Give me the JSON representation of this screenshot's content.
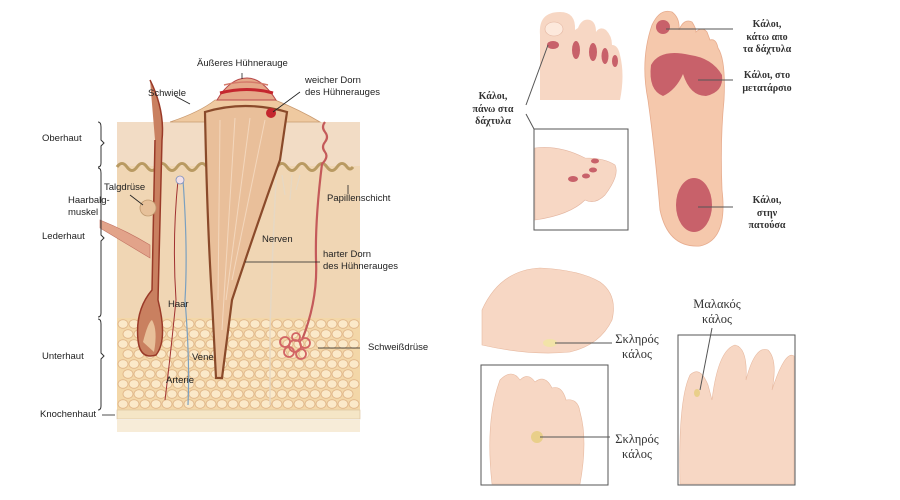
{
  "skin_diagram": {
    "labels": {
      "outer_corn": "Äußeres Hühnerauge",
      "callus": "Schwiele",
      "soft_core_1": "weicher Dorn",
      "soft_core_2": "des Hühnerauges",
      "epidermis": "Oberhaut",
      "sebaceous_gland": "Talgdrüse",
      "arrector_1": "Haarbalg-",
      "arrector_2": "muskel",
      "dermis": "Lederhaut",
      "papillary_layer": "Papillenschicht",
      "nerves": "Nerven",
      "hard_core_1": "harter Dorn",
      "hard_core_2": "des Hühnerauges",
      "hair": "Haar",
      "vein": "Vene",
      "artery": "Arterie",
      "sweat_gland": "Schweißdrüse",
      "subcutis": "Unterhaut",
      "periosteum": "Knochenhaut"
    }
  },
  "foot_diagram": {
    "labels": {
      "under_toes": [
        "Κάλοι,",
        "κάτω απο",
        "τα δάχτυλα"
      ],
      "metatarsal": [
        "Κάλοι, στο",
        "μετατάρσιο"
      ],
      "on_toes": [
        "Κάλοι,",
        "πάνω στα",
        "δάχτυλα"
      ],
      "heel": [
        "Κάλοι,",
        "στην",
        "πατούσα"
      ]
    }
  },
  "toe_diagram": {
    "labels": {
      "hard_corn_top": [
        "Σκληρός",
        "κάλος"
      ],
      "hard_corn_bottom": [
        "Σκληρός",
        "κάλος"
      ],
      "soft_corn": [
        "Μαλακός",
        "κάλος"
      ]
    }
  },
  "colors": {
    "skin": "#f1d9bf",
    "corn": "#c9504f",
    "lesion": "#c8616a",
    "outline": "#8a4a2a"
  }
}
